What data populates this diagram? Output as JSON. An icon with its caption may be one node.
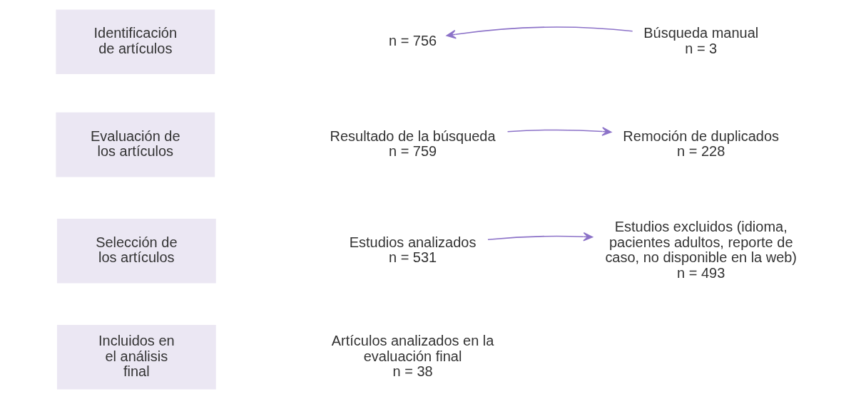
{
  "diagram": {
    "nodes": [
      {
        "text": [
          "Identificación de artículos"
        ]
      },
      {
        "text": [
          "n = 756"
        ]
      },
      {
        "text": [
          "Búsqueda manual",
          "n = 3"
        ]
      },
      {
        "text": [
          "Evaluación de los artículos"
        ]
      },
      {
        "text": [
          "Resultado de la búsqueda",
          "n = 759"
        ]
      },
      {
        "text": [
          "Remoción de duplicados",
          "n = 228"
        ]
      },
      {
        "text": [
          "Selección de los artículos"
        ]
      },
      {
        "text": [
          "Estudios analizados",
          "n = 531"
        ]
      },
      {
        "text": [
          "Estudios excluidos (idioma, pacientes adultos, reporte de caso, no disponible en la web)",
          "n = 493"
        ]
      },
      {
        "text": [
          "Incluidos en el análisis final"
        ]
      },
      {
        "text": [
          "Artículos analizados en la evaluación final",
          "n = 38"
        ]
      }
    ],
    "edges": [
      {
        "from": 2,
        "to": 1,
        "arrow": "to"
      },
      {
        "from": 4,
        "to": 5,
        "arrow": "to"
      },
      {
        "from": 7,
        "to": 8,
        "arrow": "to"
      }
    ]
  }
}
